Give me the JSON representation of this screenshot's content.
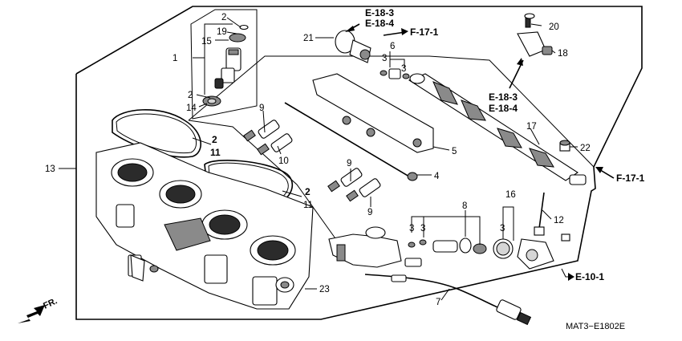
{
  "callouts": {
    "c1": "1",
    "c2a": "2",
    "c19": "19",
    "c15": "15",
    "c2b": "2",
    "c14": "14",
    "c21": "21",
    "c6": "6",
    "c3a": "3",
    "c3b": "3",
    "c20": "20",
    "c18": "18",
    "c9a": "9",
    "c10": "10",
    "c2c": "2",
    "c11a": "11",
    "c13": "13",
    "c17": "17",
    "c22": "22",
    "c5": "5",
    "c4": "4",
    "c9b": "9",
    "c9c": "9",
    "c2d": "2",
    "c11b": "11",
    "c8": "8",
    "c3c": "3",
    "c3d": "3",
    "c16": "16",
    "c3e": "3",
    "c12": "12",
    "c23": "23",
    "c7": "7"
  },
  "refs": {
    "e183_top": "E-18-3",
    "e184_top": "E-18-4",
    "f171_top": "F-17-1",
    "e183_right": "E-18-3",
    "e184_right": "E-18-4",
    "f171_right": "F-17-1",
    "e101": "E-10-1"
  },
  "direction": {
    "fr": "FR."
  },
  "part_code": "MAT3−E1802E"
}
